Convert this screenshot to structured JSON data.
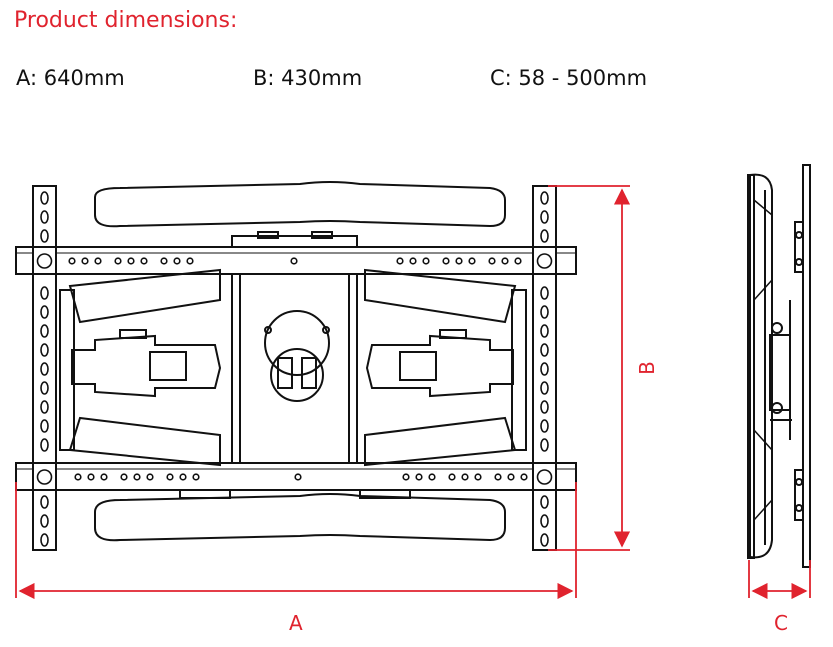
{
  "heading": "Product dimensions:",
  "dimensions": {
    "a": "A: 640mm",
    "b": "B: 430mm",
    "c": "C: 58 - 500mm"
  },
  "labels": {
    "a": "A",
    "b": "B",
    "c": "C"
  },
  "colors": {
    "accent": "#e0232e",
    "line": "#111111"
  }
}
